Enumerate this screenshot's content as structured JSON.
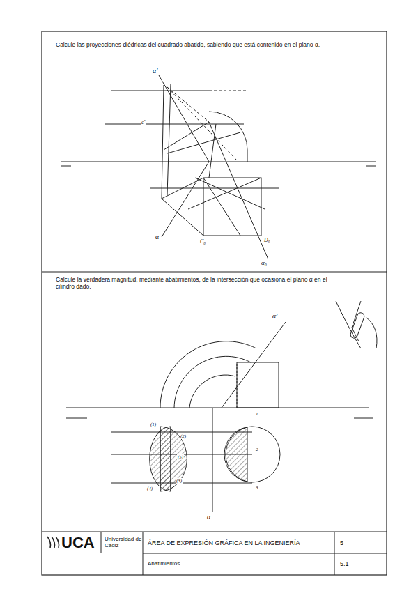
{
  "diagram": {
    "labels": [
      "Calcule las proyecciones diédricas del cuadrado abatido, sabiendo que está contenido en el plano α.",
      "Calcule la verdadera magnitud, mediante abatimientos, de la intersección que ocasiona el plano α en el cilindro dado.",
      "UCA",
      "Universidad de Cádiz",
      "ÁREA DE EXPRESIÓN GRÁFICA EN LA INGENIERÍA",
      "5",
      "Abatimientos",
      "5.1",
      "α'",
      "c'",
      "α",
      "C₀",
      "D₀",
      "α₀",
      "α'",
      "α",
      "1",
      "2",
      "3",
      "(1)",
      "(2)",
      "(3)",
      "(4)",
      "(5)"
    ]
  }
}
